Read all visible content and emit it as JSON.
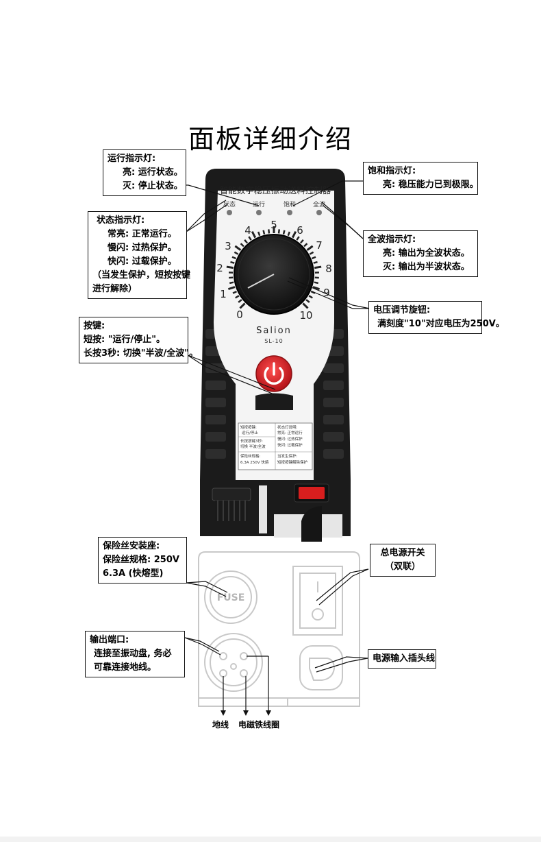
{
  "title": "面板详细介绍",
  "device": {
    "header_text": "智能数字稳压振动送料控制器",
    "indicators": [
      "状态",
      "运行",
      "饱和",
      "全波"
    ],
    "dial_numbers": [
      "0",
      "1",
      "2",
      "3",
      "4",
      "5",
      "6",
      "7",
      "8",
      "9",
      "10"
    ],
    "brand": "Salion",
    "model": "SL-10",
    "label_panel": {
      "cell1": [
        "短按按键:",
        "运行/停止"
      ],
      "cell2": [
        "长按按键3秒:",
        "切换 半波/全波"
      ],
      "cell3": [
        "保险丝规格:",
        "6.3A 250V 快熔"
      ],
      "cell4": [
        "状态灯说明:",
        "常亮:  正常运行",
        "慢闪:  过热保护",
        "快闪:  过载保护"
      ],
      "cell5": [
        "当发生保护:",
        "短按按键解除保护"
      ]
    },
    "fuse_text": "FUSE"
  },
  "callouts": {
    "run_light": {
      "title": "运行指示灯:",
      "lines": [
        "亮: 运行状态。",
        "灭: 停止状态。"
      ]
    },
    "saturation_light": {
      "title": "饱和指示灯:",
      "lines": [
        "亮: 稳压能力已到极限。"
      ]
    },
    "status_light": {
      "title": "状态指示灯:",
      "lines": [
        "常亮: 正常运行。",
        "慢闪: 过热保护。",
        "快闪: 过载保护。"
      ],
      "note": [
        "（当发生保护，短按按键",
        "进行解除）"
      ]
    },
    "fullwave_light": {
      "title": "全波指示灯:",
      "lines": [
        "亮: 输出为全波状态。",
        "灭: 输出为半波状态。"
      ]
    },
    "voltage_knob": {
      "title": "电压调节旋钮:",
      "lines": [
        "满刻度\"10\"对应电压为250V。"
      ]
    },
    "button": {
      "title": "按键:",
      "lines": [
        "短按: \"运行/停止\"。",
        "长按3秒: 切换\"半波/全波\"。"
      ]
    },
    "fuse_holder": {
      "title": "保险丝安装座:",
      "lines": [
        "保险丝规格: 250V",
        "6.3A (快熔型)"
      ]
    },
    "power_switch": {
      "title": "总电源开关",
      "lines": [
        "（双联）"
      ]
    },
    "output_port": {
      "title": "输出端口:",
      "lines": [
        "连接至振动盘, 务必",
        "可靠连接地线。"
      ]
    },
    "power_input": {
      "title": "电源输入插头线"
    }
  },
  "pin_labels": {
    "ground": "地线",
    "coil": "电磁铁线圈"
  },
  "colors": {
    "device_body": "#1b1b1b",
    "panel": "#f4f4f4",
    "button_red": "#e0242a",
    "switch_red": "#d81e1e"
  }
}
